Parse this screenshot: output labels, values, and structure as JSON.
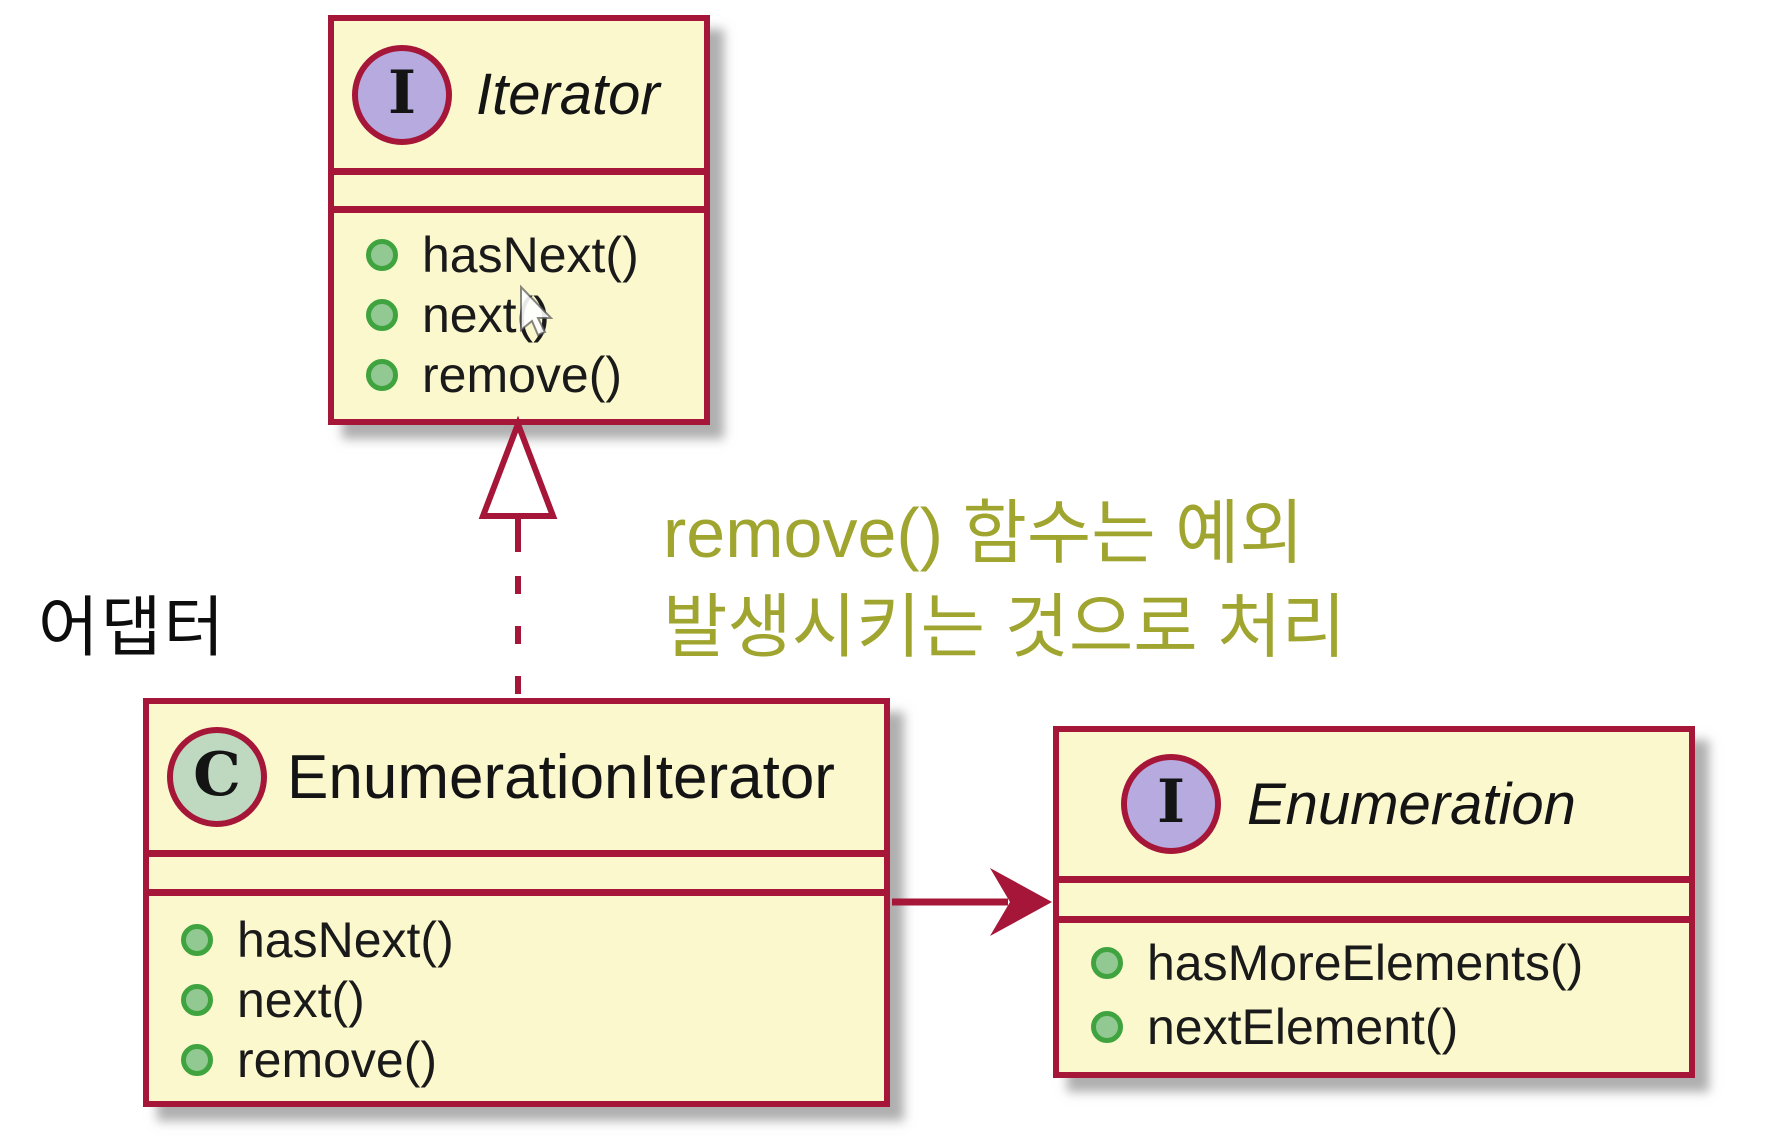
{
  "labels": {
    "adapter": "어댑터"
  },
  "note": {
    "line1": "remove() 함수는 예외",
    "line2": "발생시키는 것으로 처리",
    "color": "#9FA52F"
  },
  "classes": {
    "iterator": {
      "kind": "interface",
      "badge": "I",
      "name": "Iterator",
      "methods": [
        "hasNext()",
        "next()",
        "remove()"
      ]
    },
    "enumeration_iterator": {
      "kind": "class",
      "badge": "C",
      "name": "EnumerationIterator",
      "methods": [
        "hasNext()",
        "next()",
        "remove()"
      ]
    },
    "enumeration": {
      "kind": "interface",
      "badge": "I",
      "name": "Enumeration",
      "methods": [
        "hasMoreElements()",
        "nextElement()"
      ]
    }
  },
  "relations": [
    {
      "from": "EnumerationIterator",
      "to": "Iterator",
      "type": "realization",
      "style": "dashed line, hollow triangle head"
    },
    {
      "from": "EnumerationIterator",
      "to": "Enumeration",
      "type": "directed association",
      "style": "solid line, filled arrow head"
    }
  ],
  "colors": {
    "background": "#FFFFFF",
    "box_fill": "#FBF8CD",
    "box_border": "#A51638",
    "interface_badge_fill": "#B7AADF",
    "class_badge_fill": "#BFD9C1",
    "method_dot_fill": "#92C992",
    "method_dot_border": "#3FA33F",
    "note_text": "#9FA52F",
    "text": "#141414"
  }
}
